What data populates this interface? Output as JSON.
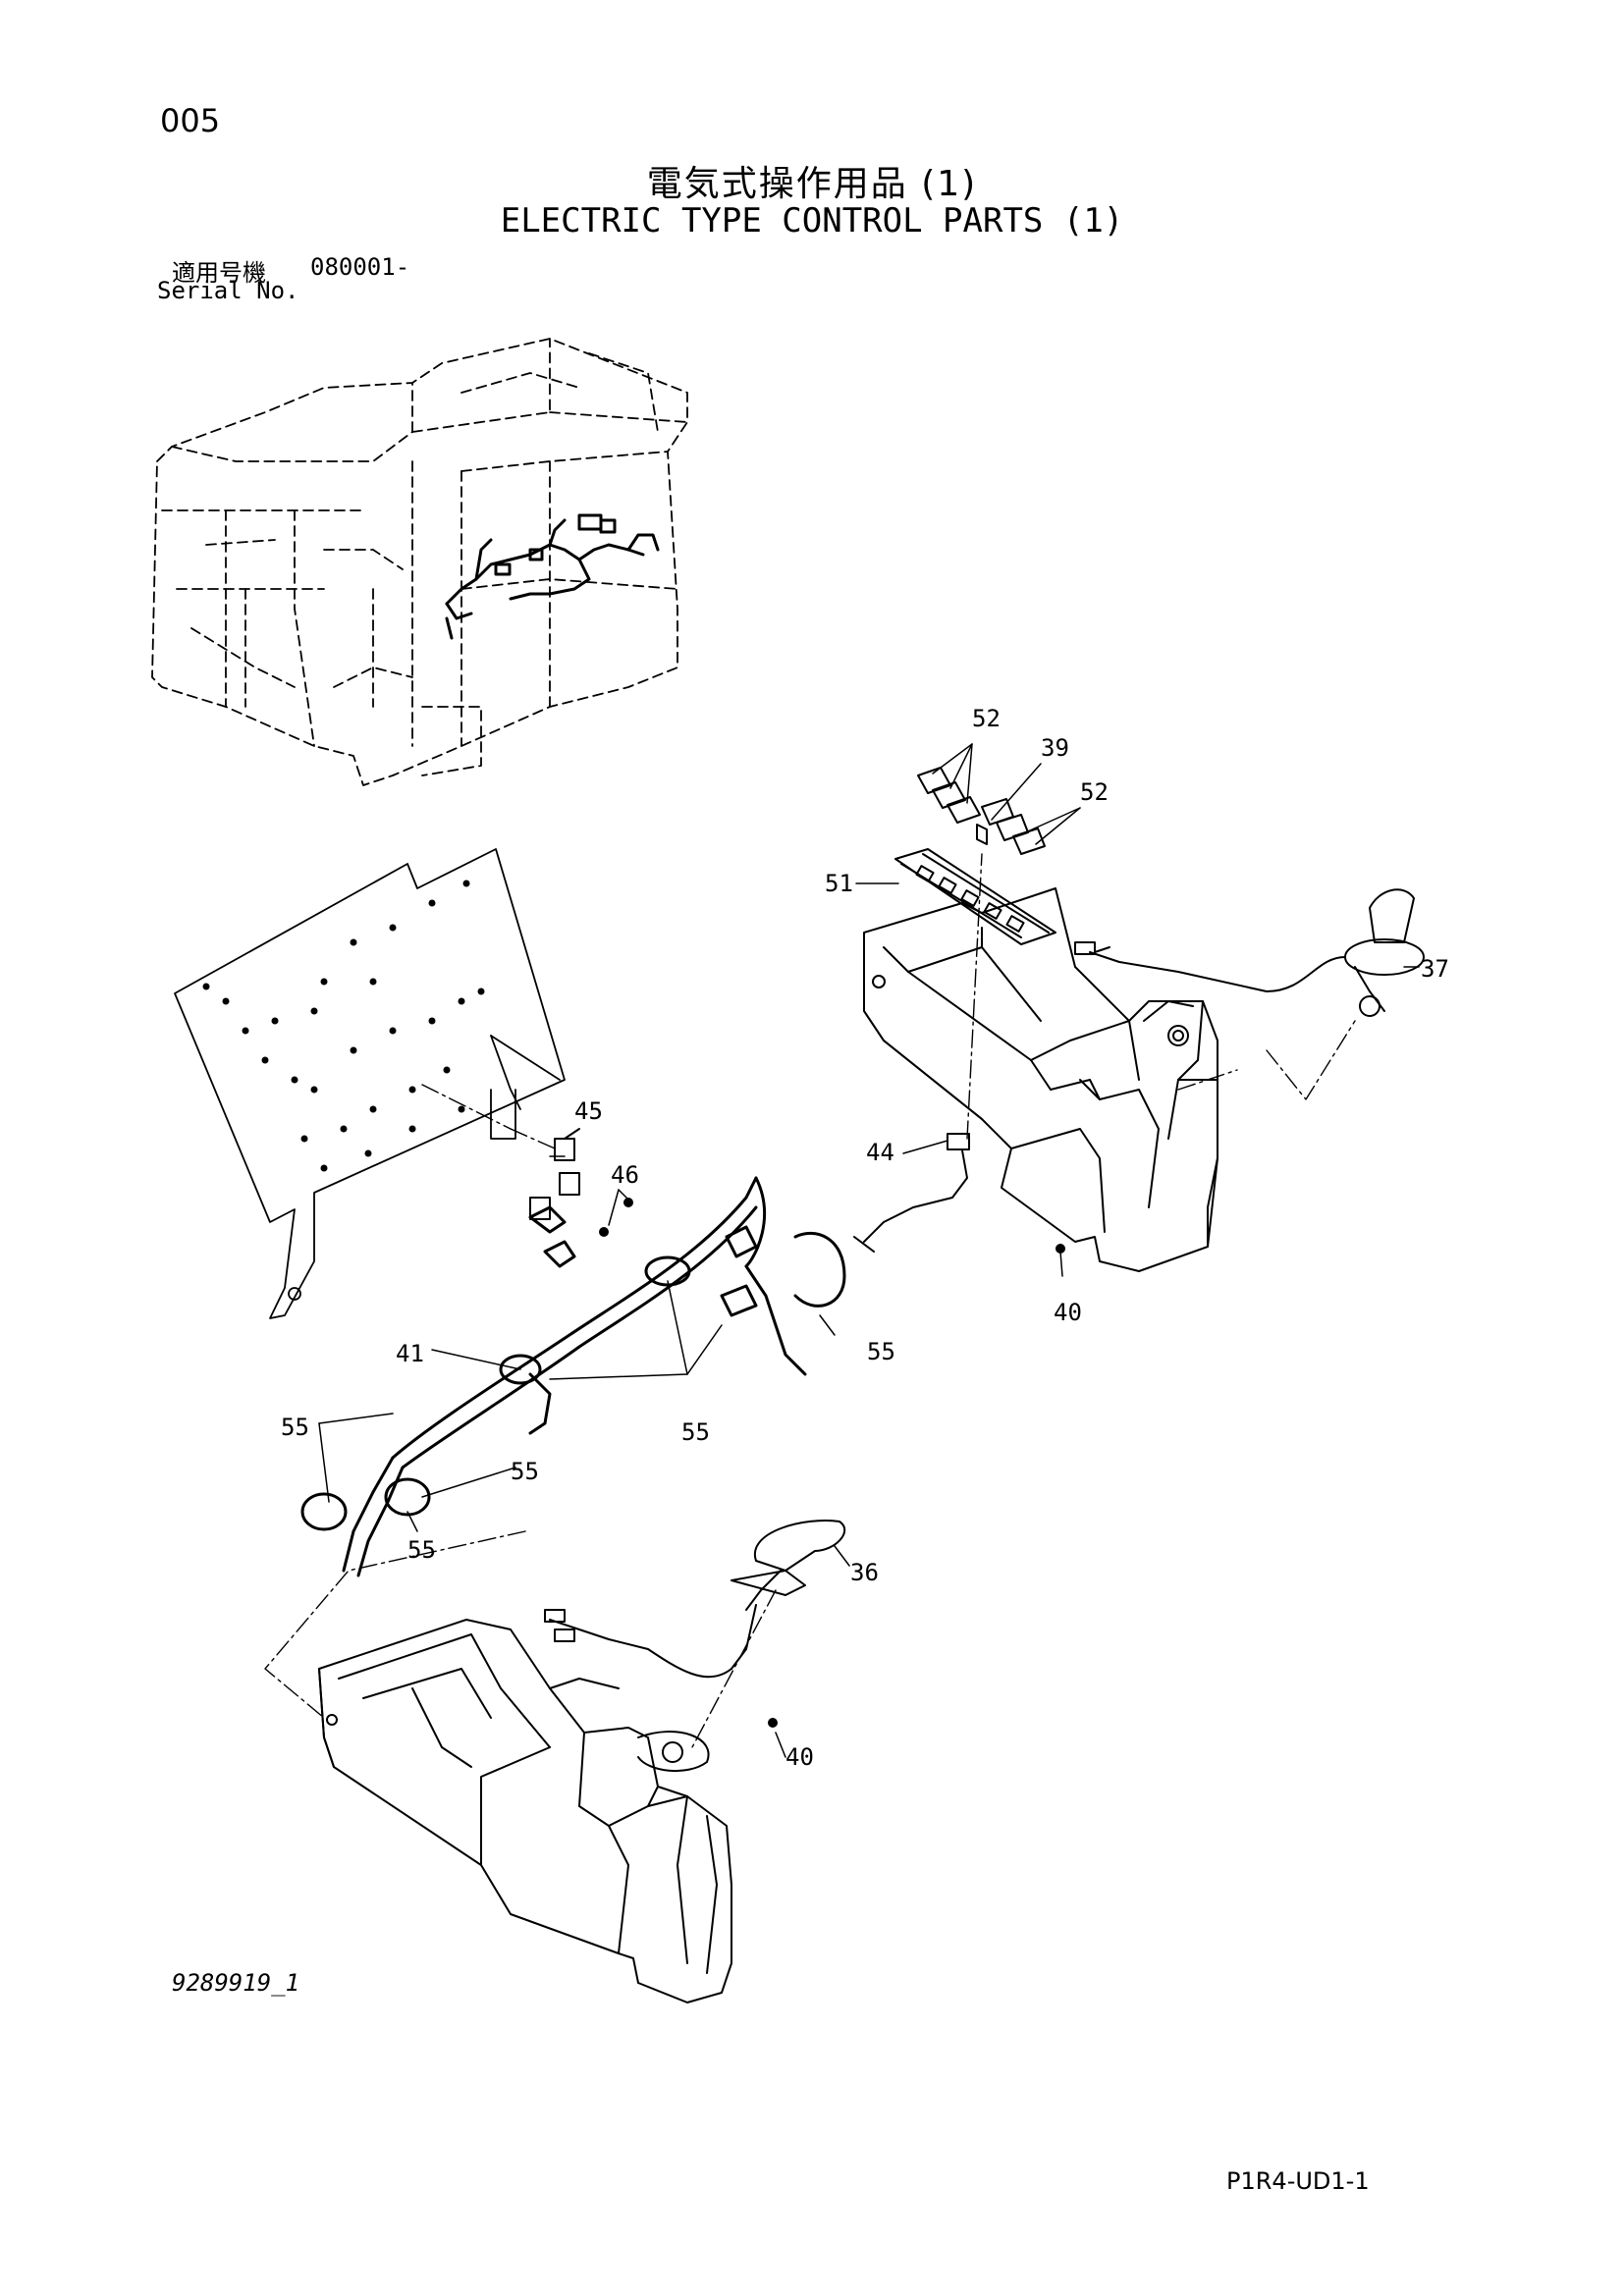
{
  "header": {
    "page_number": "005",
    "title_ja": "電気式操作用品 (1)",
    "title_en": "ELECTRIC TYPE CONTROL PARTS (1)",
    "serial_label_ja": "適用号機",
    "serial_range": "080001-",
    "serial_label_en": "Serial No."
  },
  "diagram": {
    "callouts": [
      "52",
      "39",
      "52",
      "51",
      "37",
      "45",
      "46",
      "44",
      "40",
      "41",
      "55",
      "55",
      "55",
      "55",
      "55",
      "36",
      "40"
    ]
  },
  "footer": {
    "drawing_number": "9289919_1",
    "page_code": "P1R4-UD1-1"
  }
}
